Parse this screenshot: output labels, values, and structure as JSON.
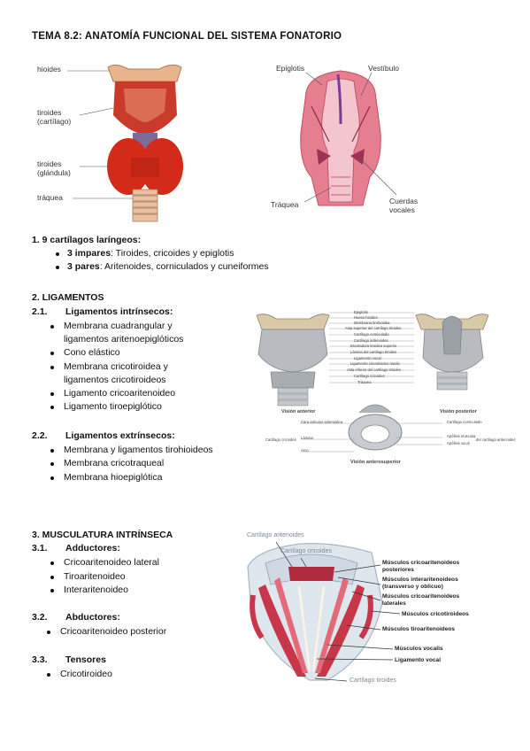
{
  "title": "TEMA 8.2: ANATOMÍA FUNCIONAL DEL SISTEMA FONATORIO",
  "figure1": {
    "labels": [
      "hioides",
      "tiroides",
      "(cartílago)",
      "tiroides",
      "(glándula)",
      "tráquea"
    ]
  },
  "figure2": {
    "labels": [
      "Epiglotis",
      "Vestíbulo",
      "Tráquea",
      "Cuerdas",
      "vocales"
    ]
  },
  "section1": {
    "heading": "1.   9 cartílagos laríngeos:",
    "items": [
      {
        "bold": "3 impares",
        "text": ": Tiroides, cricoides y epiglotis"
      },
      {
        "bold": "3 pares",
        "text": ": Aritenoides, corniculados y cuneiformes"
      }
    ]
  },
  "section2": {
    "heading": "2.   LIGAMENTOS",
    "sub1": {
      "num": "2.1.",
      "title": "Ligamentos intrínsecos:",
      "items": [
        "Membrana cuadrangular y",
        "ligamentos aritenoepiglóticos",
        "Cono elástico",
        "Membrana cricotiroidea y",
        "ligamentos cricotiroideos",
        "Ligamento cricoaritenoideo",
        "Ligamento tiroepiglótico"
      ]
    },
    "sub2": {
      "num": "2.2.",
      "title": "Ligamentos extrínsecos:",
      "items": [
        "Membrana y ligamentos tirohioideos",
        "Membrana cricotraqueal",
        "Membrana hioepiglótica"
      ]
    }
  },
  "figure3": {
    "labels": [
      "Epiglotis",
      "Hueso hioides",
      "Membrana tirohioidea",
      "Asta superior del cartílago tiroides",
      "Cartílago corniculado",
      "Cartílago aritenoides",
      "Escotadura tiroidea superior",
      "Lámina del cartílago tiroides",
      "Ligamento vocal",
      "Ligamento cricotiroideo medio",
      "Asta inferior del cartílago tiroides",
      "Cartílago cricoides",
      "Tráquea"
    ],
    "view_anterior": "Visión anterior",
    "view_posterior": "Visión posterior",
    "view_anterosuperior": "Visión anterosuperior",
    "left_group": "Cartílago cricoides",
    "left_items": [
      "Cara articular aritenoidea",
      "Lámina",
      "Arco"
    ],
    "right_items": [
      "Cartílago corniculado",
      "Apófisis muscular",
      "Apófisis vocal"
    ],
    "right_group": "del cartílago aritenoides"
  },
  "section3": {
    "heading": "3.   MUSCULATURA INTRÍNSECA",
    "subs": [
      {
        "num": "3.1.",
        "title": "Adductores:",
        "items": [
          "Cricoaritenoideo lateral",
          "Tiroaritenoideo",
          "Interaritenoideo"
        ]
      },
      {
        "num": "3.2.",
        "title": "Abductores:",
        "items": [
          "Cricoaritenoideo posterior"
        ]
      },
      {
        "num": "3.3.",
        "title": "Tensores",
        "items": [
          "Cricotiroideo"
        ]
      }
    ]
  },
  "figure4": {
    "top_labels": [
      "Cartílago aritenoides",
      "Cartílago cricoides"
    ],
    "right_labels": [
      "Músculos cricoaritenoideos",
      "posteriores",
      "Músculos interaritenoideos",
      "(transverso y oblicuo)",
      "Músculos cricoaritenoideos",
      "laterales",
      "Músculos cricotiroideos",
      "Músculos tiroaritenoideos",
      "Músculos vocalis",
      "Ligamento vocal"
    ],
    "bottom_label": "Cartílago tiroides"
  }
}
